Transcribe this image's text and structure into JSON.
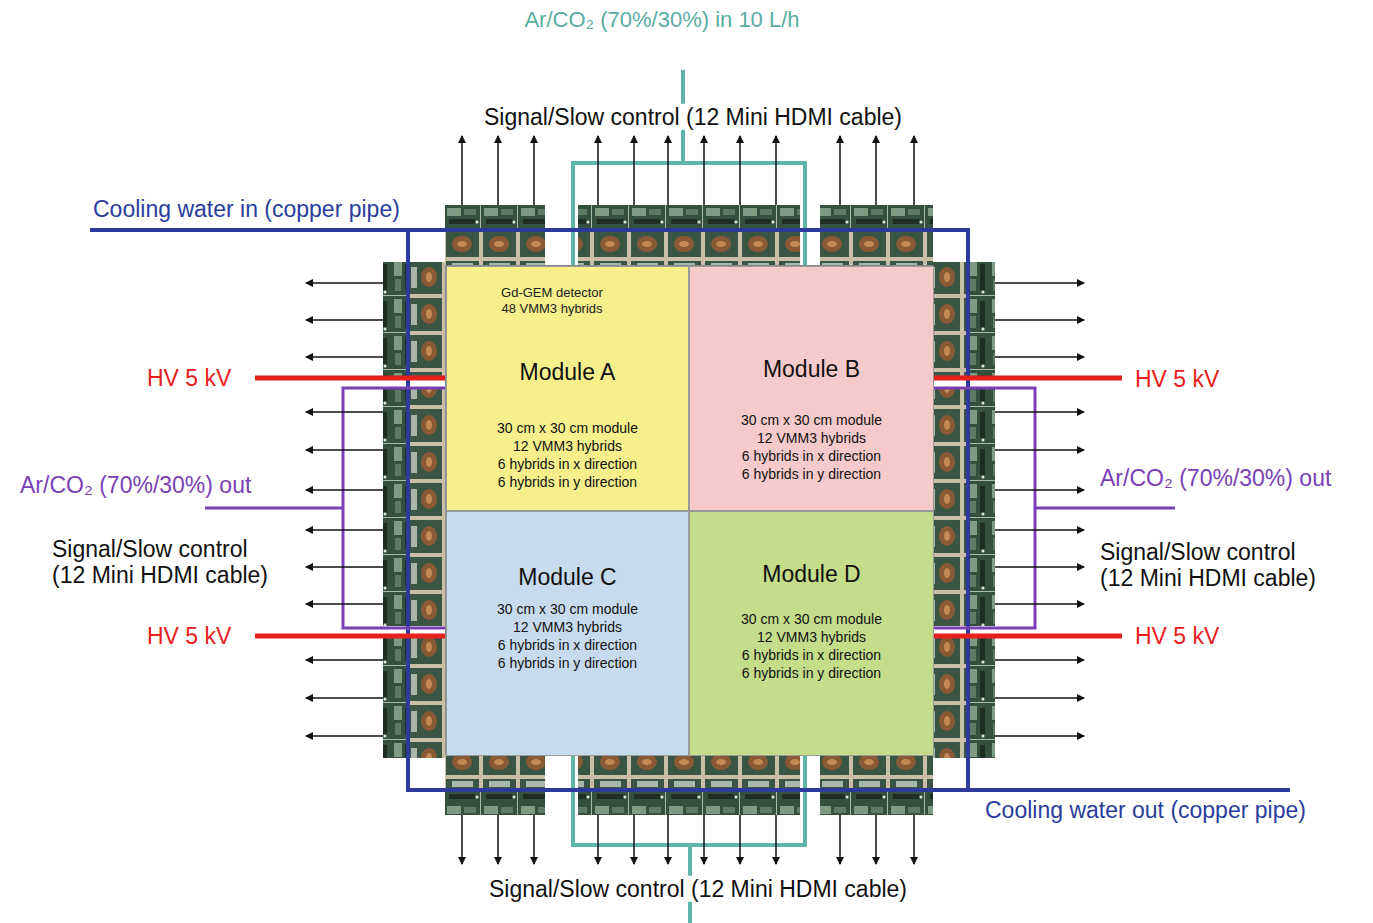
{
  "diagram": {
    "nodes": [
      {
        "text": [
          "Gd-GEM detector 48 VMM3 hybrids"
        ]
      },
      {
        "text": [
          "Module A",
          "30 cm x 30 cm module",
          "12 VMM3 hybrids",
          "6 hybrids in x direction",
          "6 hybrids in y direction"
        ],
        "in": 0
      },
      {
        "text": [
          "Module B",
          "30 cm x 30 cm module",
          "12 VMM3 hybrids",
          "6 hybrids in x direction",
          "6 hybrids in y direction"
        ],
        "in": 0
      },
      {
        "text": [
          "Module C",
          "30 cm x 30 cm module",
          "12 VMM3 hybrids",
          "6 hybrids in x direction",
          "6 hybrids in y direction"
        ],
        "in": 0
      },
      {
        "text": [
          "Module D",
          "30 cm x 30 cm module",
          "12 VMM3 hybrids",
          "6 hybrids in x direction",
          "6 hybrids in y direction"
        ],
        "in": 0
      }
    ],
    "labels": [
      "Ar/CO₂ (70%/30%) in 10 L/h",
      "Signal/Slow control (12 Mini HDMI cable)",
      "Cooling water in (copper pipe)",
      "HV 5 kV",
      "HV 5 kV",
      "Ar/CO₂ (70%/30%) out",
      "Ar/CO₂ (70%/30%) out",
      "Signal/Slow control (12 Mini HDMI cable)",
      "Signal/Slow control (12 Mini HDMI cable)",
      "HV 5 kV",
      "HV 5 kV",
      "Cooling water out (copper pipe)",
      "Signal/Slow control (12 Mini HDMI cable)"
    ]
  }
}
